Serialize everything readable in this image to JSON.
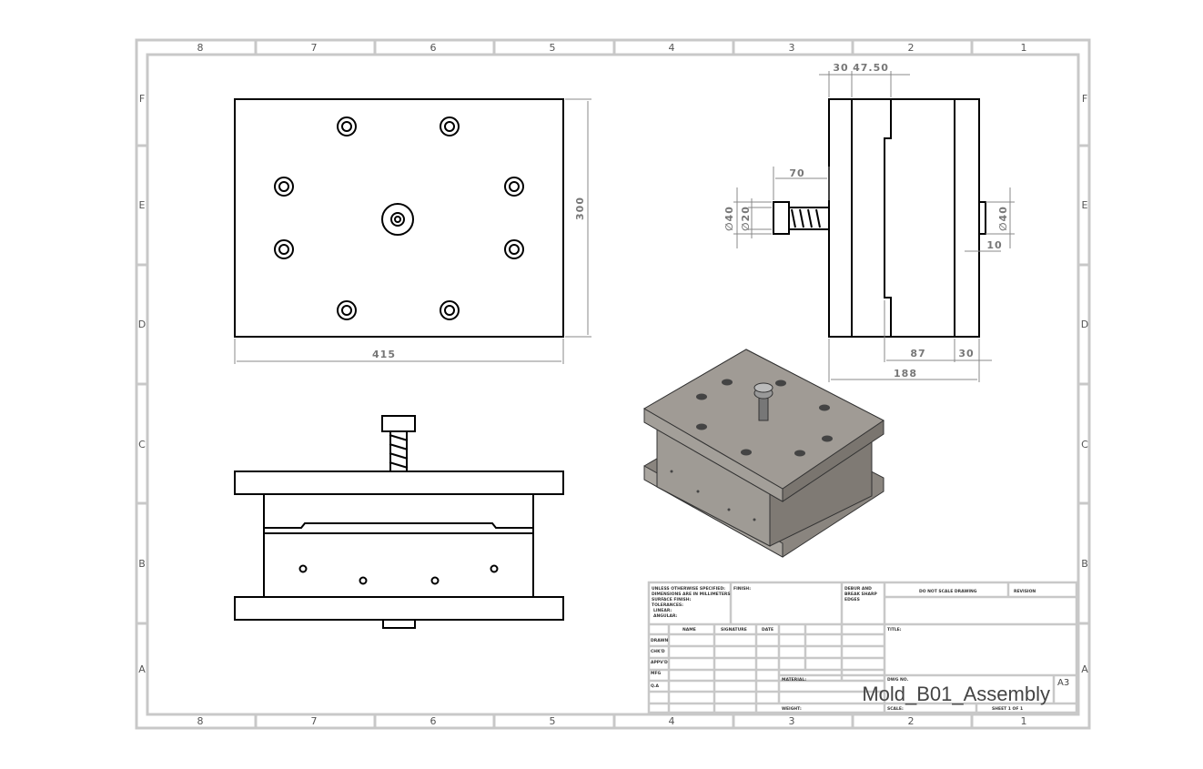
{
  "sheet": {
    "zone_columns": [
      "8",
      "7",
      "6",
      "5",
      "4",
      "3",
      "2",
      "1"
    ],
    "zone_rows": [
      "F",
      "E",
      "D",
      "C",
      "B",
      "A"
    ]
  },
  "dimensions": {
    "top_width": "415",
    "top_height": "300",
    "side_30_top": "30",
    "side_47": "47.50",
    "bolt_len": "70",
    "dia40_left": "∅40",
    "dia20": "∅20",
    "dia40_right": "∅40",
    "boss_10": "10",
    "d87": "87",
    "d30_bottom": "30",
    "d188": "188"
  },
  "title_block": {
    "tolerance_note": [
      "UNLESS OTHERWISE SPECIFIED:",
      "DIMENSIONS ARE IN MILLIMETERS",
      "SURFACE FINISH:",
      "TOLERANCES:",
      "LINEAR:",
      "ANGULAR:"
    ],
    "finish": "FINISH:",
    "debur": [
      "DEBUR AND",
      "BREAK SHARP",
      "EDGES"
    ],
    "do_not_scale": "DO NOT SCALE DRAWING",
    "revision": "REVISION",
    "cols": [
      "NAME",
      "SIGNATURE",
      "DATE"
    ],
    "rows": [
      "DRAWN",
      "CHK'D",
      "APPV'D",
      "MFG",
      "Q.A"
    ],
    "title": "TITLE:",
    "material": "MATERIAL:",
    "dwg_no": "DWG NO.",
    "dwg_name": "Mold_B01_Assembly",
    "size": "A3",
    "weight": "WEIGHT:",
    "scale": "SCALE:",
    "sheet": "SHEET 1 OF 1"
  },
  "colors": {
    "border": "#c8c8c8",
    "model_face": "#9a958f"
  }
}
